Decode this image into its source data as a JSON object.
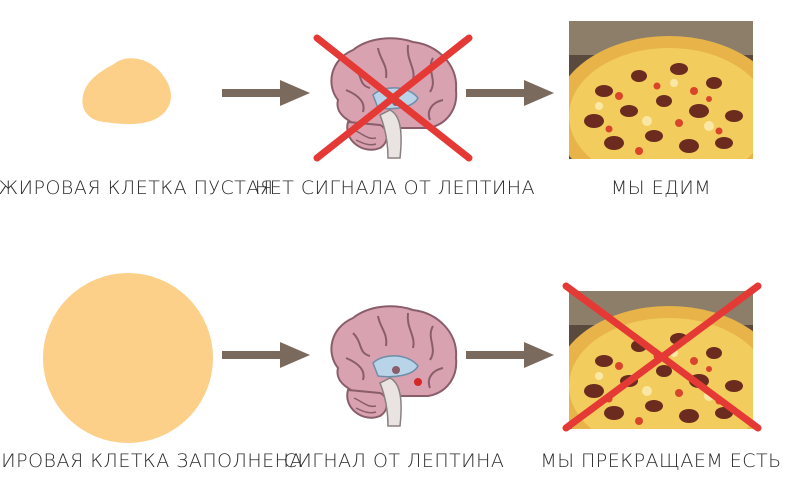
{
  "colors": {
    "fat_cell": "#fcd089",
    "arrow": "#7a6a5e",
    "cross": "#e53935",
    "text": "#2a2a2a"
  },
  "rows": [
    {
      "fat_cell_label": "ЖИРОВАЯ КЛЕТКА ПУСТАЯ",
      "brain_label": "НЕТ СИГНАЛА ОТ ЛЕПТИНА",
      "pizza_label": "МЫ ЕДИМ",
      "fat_cell_state": "empty",
      "brain_crossed": true,
      "pizza_crossed": false
    },
    {
      "fat_cell_label": "ЖИРОВАЯ КЛЕТКА ЗАПОЛНЕНА",
      "brain_label": "СИГНАЛ ОТ ЛЕПТИНА",
      "pizza_label": "МЫ ПРЕКРАЩАЕМ ЕСТЬ",
      "fat_cell_state": "full",
      "brain_crossed": false,
      "pizza_crossed": true
    }
  ]
}
